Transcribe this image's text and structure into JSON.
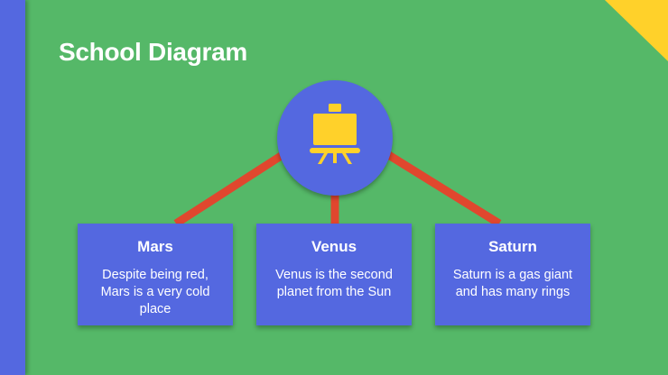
{
  "title": "School Diagram",
  "colors": {
    "background": "#55b868",
    "primary": "#5468e0",
    "accent": "#ffd12a",
    "connector": "#e0472e"
  },
  "hub": {
    "icon": "easel-icon"
  },
  "cards": [
    {
      "title": "Mars",
      "body": "Despite being red, Mars is a very cold place"
    },
    {
      "title": "Venus",
      "body": "Venus is the second planet from the Sun"
    },
    {
      "title": "Saturn",
      "body": "Saturn is a gas giant and has many rings"
    }
  ]
}
